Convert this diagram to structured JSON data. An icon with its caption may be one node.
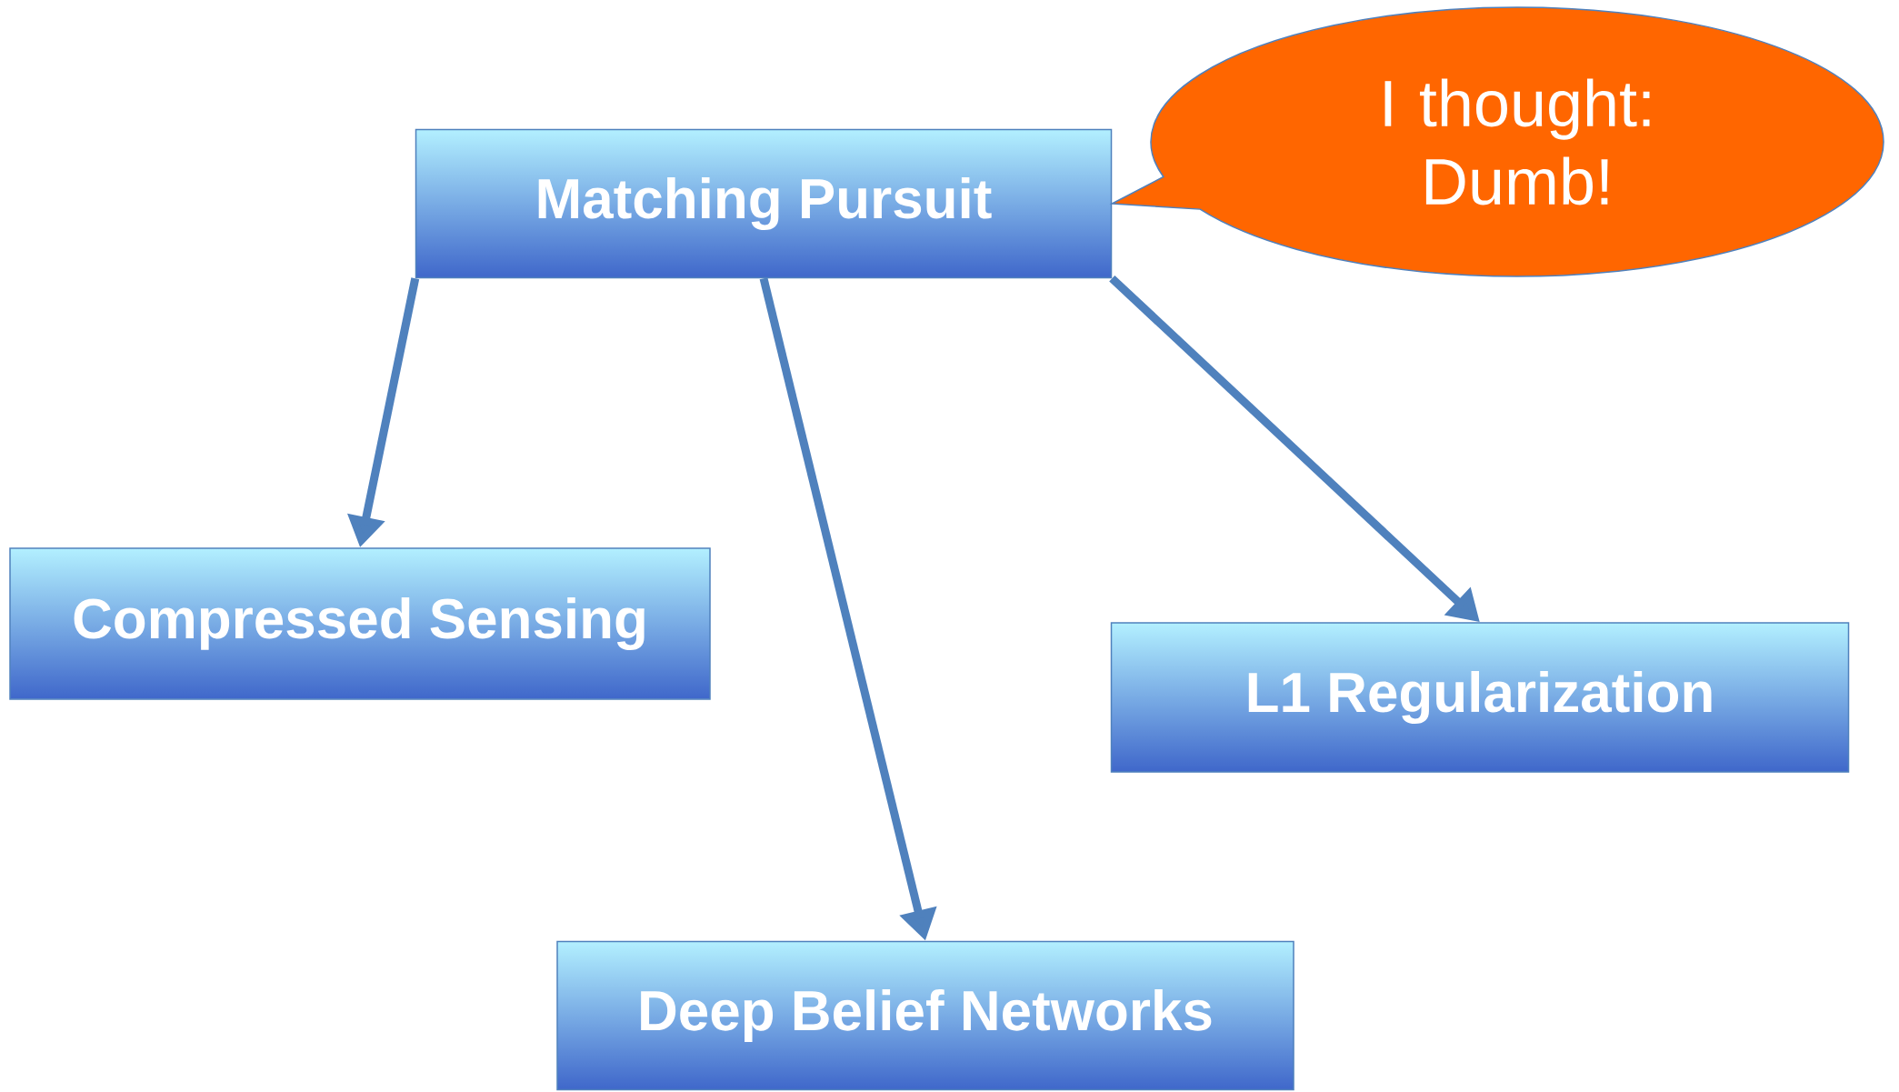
{
  "diagram": {
    "nodes": [
      {
        "text": [
          "Matching Pursuit"
        ]
      },
      {
        "text": [
          "I thought: Dumb!"
        ]
      },
      {
        "text": [
          "Compressed Sensing"
        ]
      },
      {
        "text": [
          "L1 Regularization"
        ]
      },
      {
        "text": [
          "Deep Belief Networks"
        ]
      }
    ],
    "edges": [
      {
        "from": 0,
        "to": 2,
        "arrow": "to"
      },
      {
        "from": 0,
        "to": 4,
        "arrow": "to"
      },
      {
        "from": 0,
        "to": 3,
        "arrow": "to"
      }
    ]
  }
}
